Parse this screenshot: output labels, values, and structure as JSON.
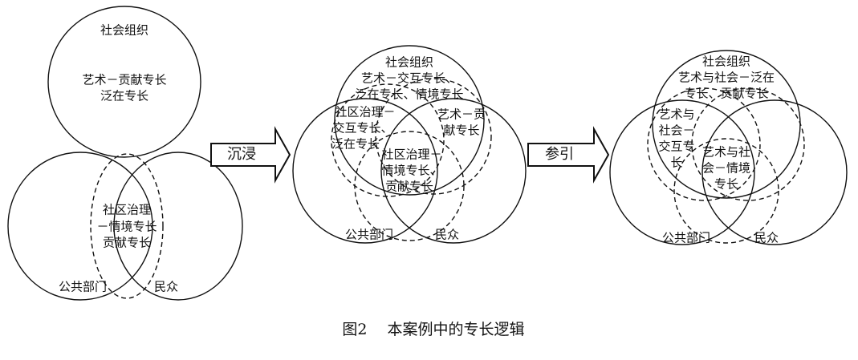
{
  "stage1": {
    "social_org": "社会组织",
    "social_lines": [
      "艺术－贡献专长",
      "泛在专长"
    ],
    "overlap_lines": [
      "社区治理",
      "－情境专长",
      "贡献专长"
    ],
    "public_sector": "公共部门",
    "public": "民众"
  },
  "arrow1": "沉浸",
  "stage2": {
    "social_org": "社会组织",
    "social_lines": [
      "艺术－交互专长、",
      "泛在专长、情境专长"
    ],
    "left_overlap_lines": [
      "社区治理－",
      "交互专长、",
      "泛在专长"
    ],
    "right_overlap_lines": [
      "艺术－贡",
      "献专长"
    ],
    "center_lines": [
      "社区治理－",
      "情境专长、",
      "贡献专长"
    ],
    "public_sector": "公共部门",
    "public": "民众"
  },
  "arrow2": "参引",
  "stage3": {
    "social_org": "社会组织",
    "social_lines": [
      "艺术与社会－泛在",
      "专长、贡献专长"
    ],
    "left_overlap_lines": [
      "艺术与",
      "社会－",
      "交互专",
      "长"
    ],
    "center_lines": [
      "艺术与社",
      "会－情境",
      "专长"
    ],
    "public_sector": "公共部门",
    "public": "民众"
  },
  "caption": "图2　 本案例中的专长逻辑"
}
